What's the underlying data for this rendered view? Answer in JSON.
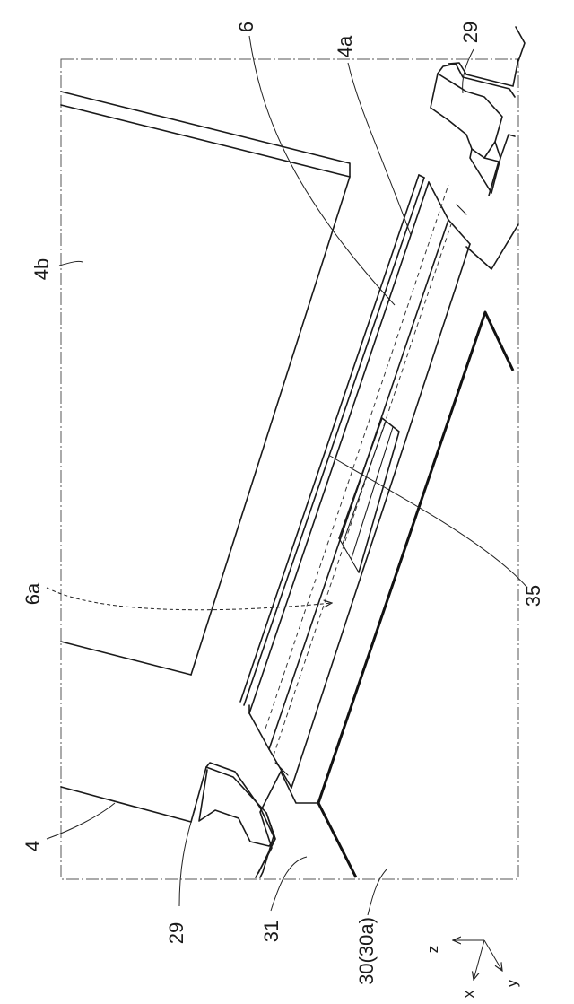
{
  "labels": {
    "l4": "4",
    "l4a": "4a",
    "l4b": "4b",
    "l6": "6",
    "l6a": "6a",
    "l29_top": "29",
    "l29_bottom": "29",
    "l31": "31",
    "l30": "30(30a)",
    "l35": "35"
  },
  "axes": {
    "z": "z",
    "x": "x",
    "y": "y"
  }
}
